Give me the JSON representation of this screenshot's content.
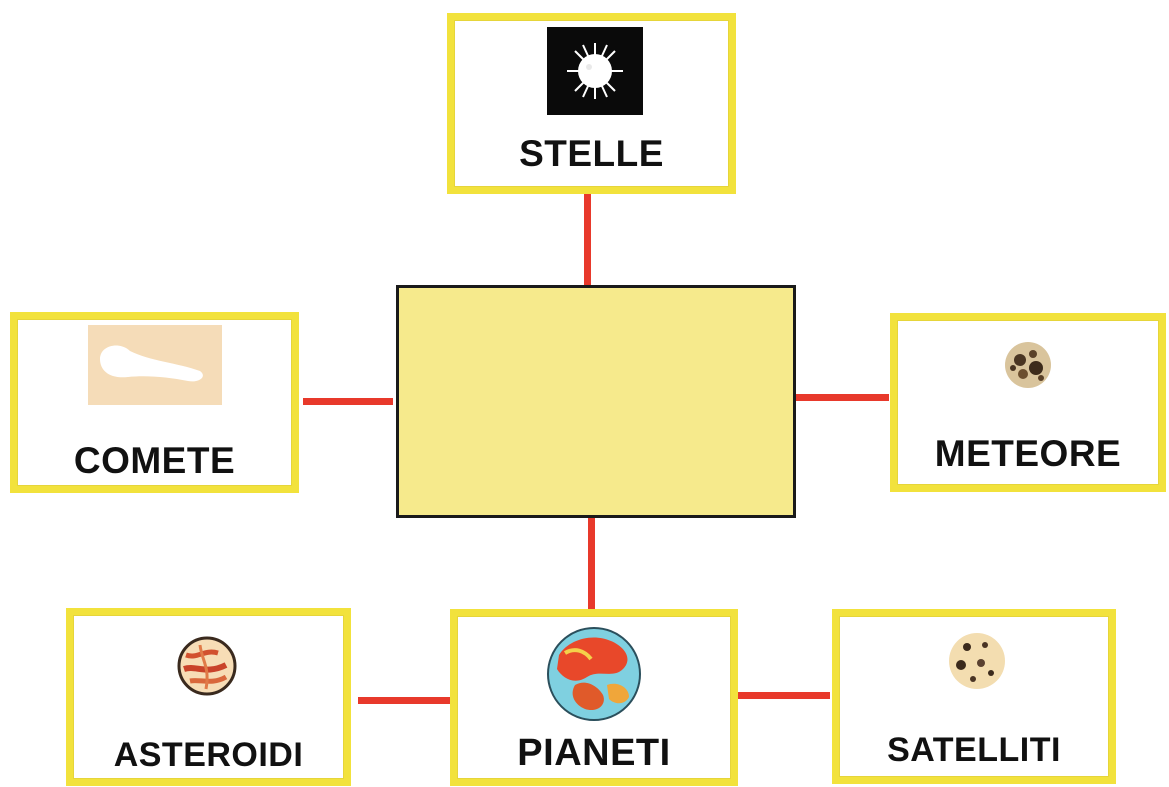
{
  "diagram": {
    "center": {
      "label": ""
    },
    "nodes": {
      "stelle": {
        "label": "STELLE",
        "icon": "star-icon"
      },
      "comete": {
        "label": "COMETE",
        "icon": "comet-icon"
      },
      "meteore": {
        "label": "METEORE",
        "icon": "meteor-icon"
      },
      "asteroidi": {
        "label": "ASTEROIDI",
        "icon": "asteroid-icon"
      },
      "pianeti": {
        "label": "PIANETI",
        "icon": "planet-icon"
      },
      "satelliti": {
        "label": "SATELLITI",
        "icon": "moon-icon"
      }
    },
    "colors": {
      "card_border": "#f2e23c",
      "center_fill": "#f6ea8c",
      "connector": "#e8392b"
    }
  }
}
